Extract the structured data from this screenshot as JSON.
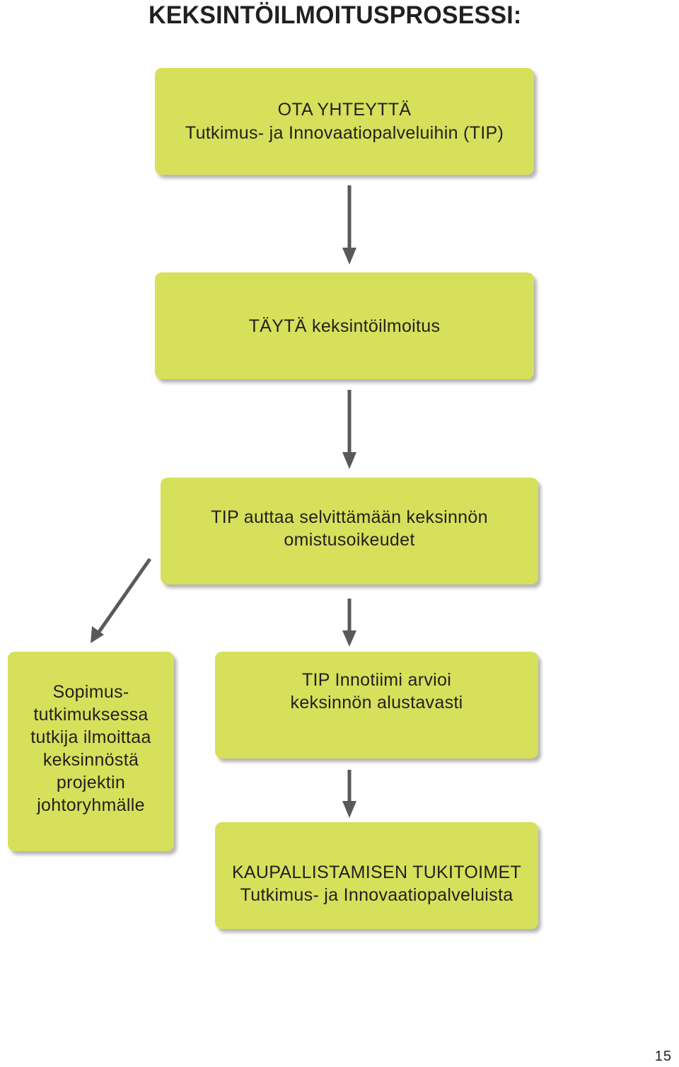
{
  "title": "KEKSINTÖILMOITUSPROSESSI:",
  "steps": {
    "contact": {
      "line1": "OTA YHTEYTTÄ",
      "line2": "Tutkimus- ja Innovaatiopalveluihin (TIP)"
    },
    "fill": {
      "line1": "TÄYTÄ keksintöilmoitus"
    },
    "ownership": {
      "line1": "TIP auttaa selvittämään keksinnön",
      "line2": "omistusoikeudet"
    },
    "contract_research": {
      "lines": [
        "Sopimus-",
        "tutkimuksessa",
        "tutkija ilmoittaa",
        "keksinnöstä",
        "projektin",
        "johtoryhmälle"
      ]
    },
    "evaluation": {
      "line1": "TIP Innotiimi arvioi",
      "line2": "keksinnön alustavasti"
    },
    "commercialization": {
      "line1": "KAUPALLISTAMISEN TUKITOIMET",
      "line2": "Tutkimus- ja Innovaatiopalveluista"
    }
  },
  "colors": {
    "box_fill": "#d6e05a",
    "arrow": "#58595b",
    "text": "#231f20"
  },
  "page_number": "15"
}
